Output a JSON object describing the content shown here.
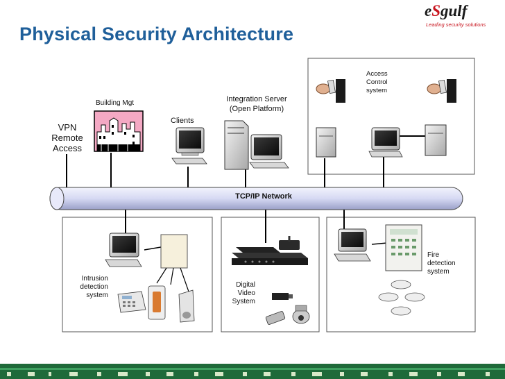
{
  "title": "Physical Security Architecture",
  "logo": {
    "name_prefix": "e",
    "name_s": "S",
    "name_suffix": "gulf",
    "tagline": "Leading security solutions"
  },
  "labels": {
    "vpn": [
      "VPN",
      "Remote",
      "Access"
    ],
    "building_mgt": "Building Mgt",
    "clients": "Clients",
    "integration_server": [
      "Integration Server",
      "(Open Platform)"
    ],
    "access_control": [
      "Access",
      "Control",
      "system"
    ],
    "network": "TCP/IP Network",
    "intrusion": [
      "Intrusion",
      "detection",
      "system"
    ],
    "video": [
      "Digital",
      "Video",
      "System"
    ],
    "fire": [
      "Fire",
      "detection",
      "system"
    ]
  },
  "colors": {
    "title": "#1f5f9a",
    "logo_accent": "#c8141e",
    "bus_fill": "#dde0f6",
    "building_fill": "#f4a9c4",
    "panel_border": "#555555"
  }
}
